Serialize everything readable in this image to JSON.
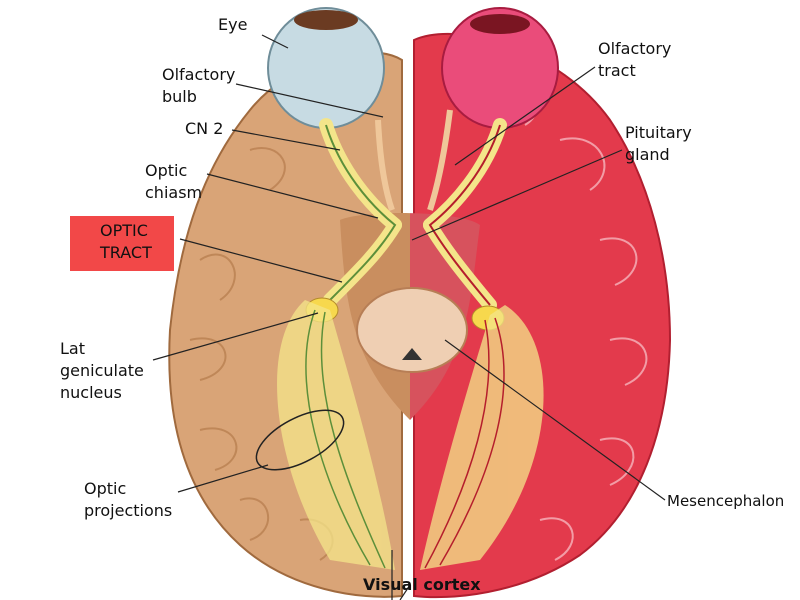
{
  "labels": {
    "eye": "Eye",
    "olfactory_bulb": "Olfactory\nbulb",
    "cn2": "CN 2",
    "optic_chiasm": "Optic\nchiasm",
    "optic_tract": "OPTIC\nTRACT",
    "lat_geniculate": "Lat\ngeniculate\nnucleus",
    "optic_projections": "Optic\nprojections",
    "olfactory_tract": "Olfactory\ntract",
    "pituitary_gland": "Pituitary\ngland",
    "mesencephalon": "Mesencephalon",
    "visual_cortex": "Visual cortex"
  },
  "colors": {
    "highlight": "#f24848",
    "brain_left": "#d9a477",
    "brain_right": "#e33a4c",
    "optic_pathway": "#f4e58a",
    "eyeball": "#c7dbe3"
  }
}
